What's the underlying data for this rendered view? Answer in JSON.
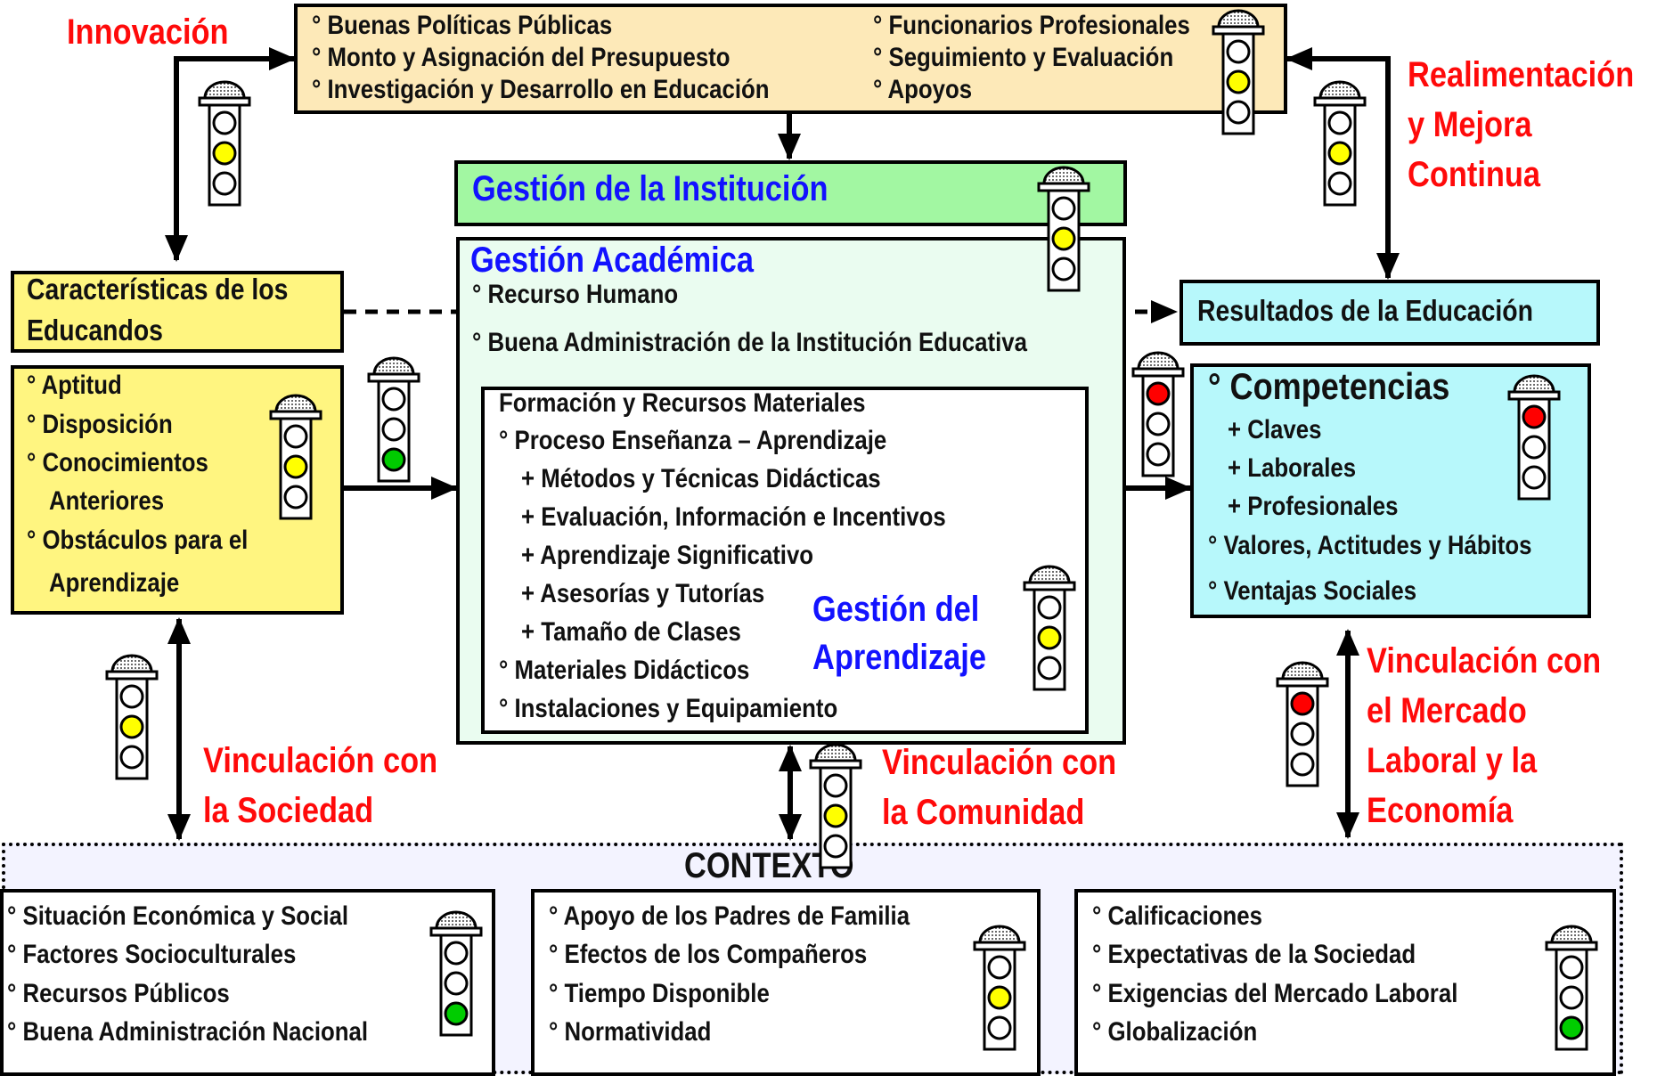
{
  "top_box": {
    "left_items": [
      "° Buenas Políticas Públicas",
      "° Monto y Asignación del Presupuesto",
      "° Investigación y Desarrollo en Educación"
    ],
    "right_items": [
      "° Funcionarios Profesionales",
      "° Seguimiento y Evaluación",
      "° Apoyos"
    ]
  },
  "labels": {
    "innovacion": "Innovación",
    "realimentacion": [
      "Realimentación",
      "y Mejora",
      "Continua"
    ],
    "vinc_sociedad": [
      "Vinculación con",
      "la Sociedad"
    ],
    "vinc_comunidad": [
      "Vinculación con",
      "la Comunidad"
    ],
    "vinc_mercado": [
      "Vinculación con",
      "el Mercado",
      "Laboral y la",
      "Economía"
    ]
  },
  "institucion": {
    "title": "Gestión de la Institución"
  },
  "academica": {
    "title": "Gestión Académica",
    "items": [
      "° Recurso Humano",
      "° Buena Administración de la Institución Educativa"
    ]
  },
  "aprendizaje": {
    "heading": "Formación y Recursos Materiales",
    "items": [
      "° Proceso Enseñanza – Aprendizaje",
      "+ Métodos y Técnicas Didácticas",
      "+ Evaluación, Información e Incentivos",
      "+ Aprendizaje Significativo",
      "+ Asesorías y Tutorías",
      "+ Tamaño de Clases",
      "° Materiales Didácticos",
      "° Instalaciones y Equipamiento"
    ],
    "title": [
      "Gestión del",
      "Aprendizaje"
    ]
  },
  "educandos": {
    "title": [
      "Características de los",
      "Educandos"
    ],
    "items": [
      "° Aptitud",
      "° Disposición",
      "° Conocimientos",
      "Anteriores",
      "° Obstáculos para el",
      "Aprendizaje"
    ]
  },
  "resultados": {
    "title": "Resultados de la Educación",
    "competencias": "° Competencias",
    "items": [
      "+ Claves",
      "+ Laborales",
      "+ Profesionales",
      "° Valores, Actitudes y Hábitos",
      "° Ventajas Sociales"
    ]
  },
  "contexto": {
    "title": "CONTEXTO",
    "col1": [
      "° Situación Económica y Social",
      "° Factores Socioculturales",
      "° Recursos Públicos",
      "° Buena Administración Nacional"
    ],
    "col2": [
      "° Apoyo de los Padres de Familia",
      "° Efectos de los Compañeros",
      "° Tiempo Disponible",
      "° Normatividad"
    ],
    "col3": [
      "° Calificaciones",
      "° Expectativas de la Sociedad",
      "° Exigencias del Mercado Laboral",
      "° Globalización"
    ]
  },
  "traffic_lights": [
    {
      "id": "top-box",
      "state": "yellow"
    },
    {
      "id": "innovacion",
      "state": "yellow"
    },
    {
      "id": "realimentacion",
      "state": "yellow"
    },
    {
      "id": "institucion",
      "state": "yellow"
    },
    {
      "id": "educandos",
      "state": "yellow"
    },
    {
      "id": "educandos-input",
      "state": "green"
    },
    {
      "id": "resultados-output",
      "state": "red"
    },
    {
      "id": "competencias",
      "state": "red"
    },
    {
      "id": "aprendizaje",
      "state": "yellow"
    },
    {
      "id": "sociedad",
      "state": "yellow"
    },
    {
      "id": "comunidad",
      "state": "yellow"
    },
    {
      "id": "mercado",
      "state": "red"
    },
    {
      "id": "contexto-col1",
      "state": "green"
    },
    {
      "id": "contexto-col2",
      "state": "yellow"
    },
    {
      "id": "contexto-col3",
      "state": "green"
    }
  ],
  "colors": {
    "red_light": "#ff0000",
    "yellow_light": "#ffff00",
    "green_light": "#00cc00",
    "top_box_fill": "#fde9b8",
    "institucion_fill": "#a2f7a2",
    "academica_fill": "#eafcf0",
    "educandos_fill": "#fff580",
    "resultados_fill": "#b7f8fb",
    "contexto_fill": "#f3f3ff",
    "label_red": "#ff0a0a",
    "label_blue": "#1212ff"
  }
}
